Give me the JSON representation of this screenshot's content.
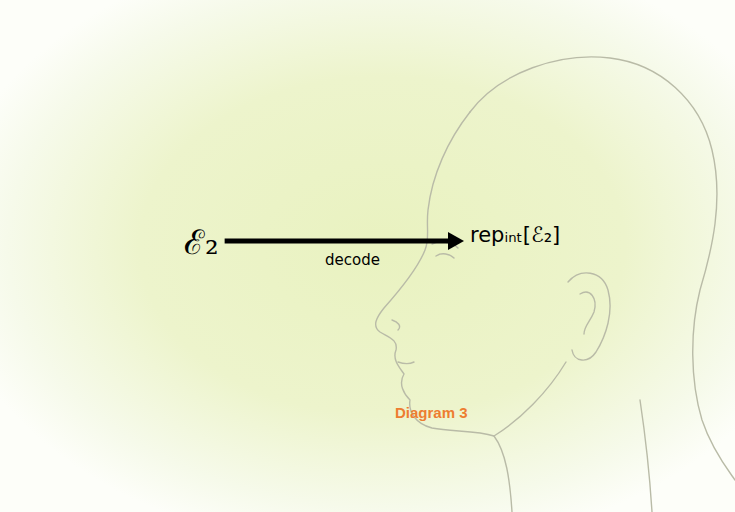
{
  "diagram": {
    "caption": "Diagram 3",
    "nodes": [
      {
        "text": [
          "ℰ₂"
        ]
      },
      {
        "text": [
          "repᵢₙₜ[ℰ₂]"
        ]
      }
    ],
    "edges": [
      {
        "from": 0,
        "to": 1,
        "label": "decode",
        "arrow": "to"
      }
    ]
  }
}
